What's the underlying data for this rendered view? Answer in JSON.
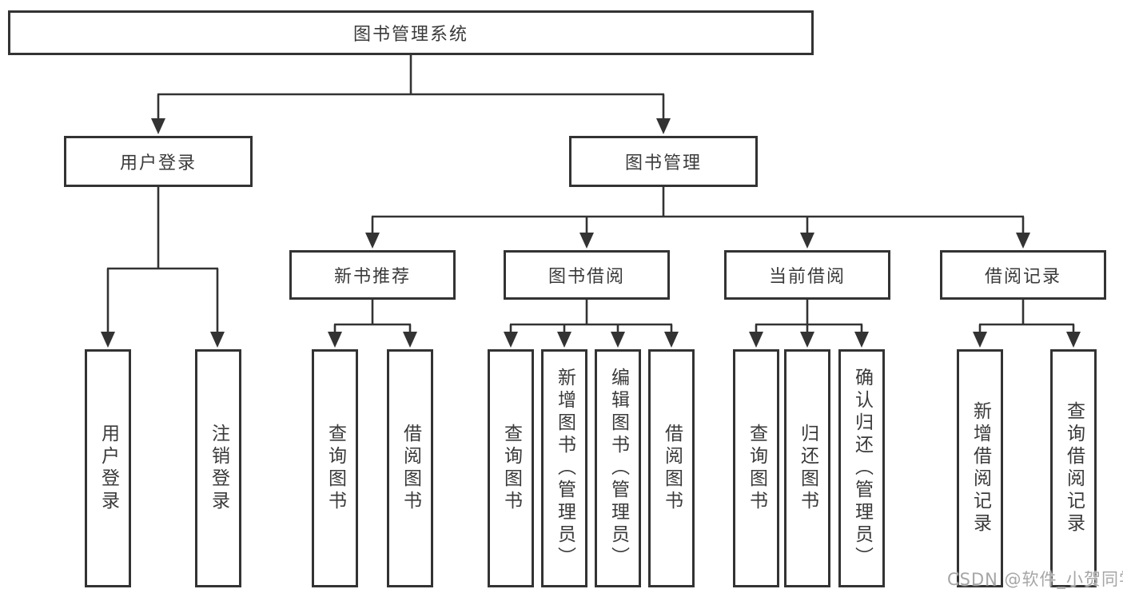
{
  "tree": {
    "root": {
      "label": "图书管理系统"
    },
    "level1": [
      {
        "label": "用户登录"
      },
      {
        "label": "图书管理"
      }
    ],
    "level2": [
      {
        "label": "新书推荐"
      },
      {
        "label": "图书借阅"
      },
      {
        "label": "当前借阅"
      },
      {
        "label": "借阅记录"
      }
    ],
    "leaves": {
      "user_login": [
        {
          "label": "用户登录"
        },
        {
          "label": "注销登录"
        }
      ],
      "new_book_recommend": [
        {
          "label": "查询图书"
        },
        {
          "label": "借阅图书"
        }
      ],
      "book_borrow": [
        {
          "label": "查询图书"
        },
        {
          "label": "新增图书（管理员）"
        },
        {
          "label": "编辑图书（管理员）"
        },
        {
          "label": "借阅图书"
        }
      ],
      "current_borrow": [
        {
          "label": "查询图书"
        },
        {
          "label": "归还图书"
        },
        {
          "label": "确认归还（管理员）"
        }
      ],
      "borrow_records": [
        {
          "label": "新增借阅记录"
        },
        {
          "label": "查询借阅记录"
        }
      ]
    }
  },
  "watermark": {
    "text": "CSDN @软件_小贺同学"
  },
  "colors": {
    "line": "#333333",
    "box_border": "#333333",
    "text": "#3a3a3a",
    "watermark": "#a6a6a6",
    "background": "#ffffff"
  }
}
